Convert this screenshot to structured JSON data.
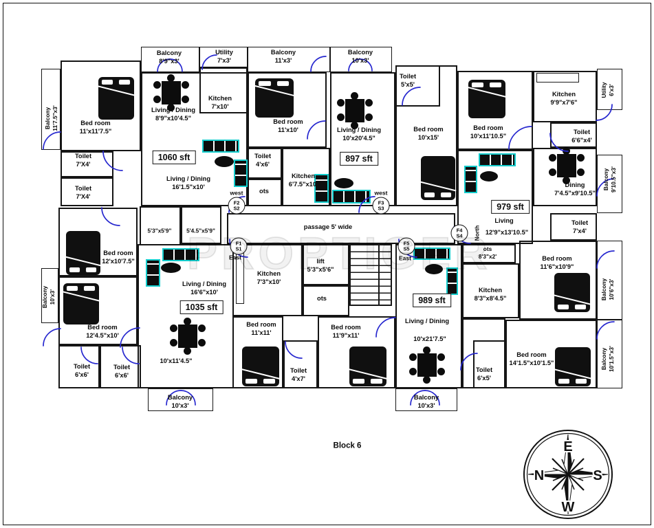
{
  "page": {
    "block_label": "Block 6",
    "watermark": "PROPTIGER"
  },
  "compass": {
    "top": "E",
    "left": "N",
    "right": "S",
    "bottom": "W"
  },
  "colors": {
    "wall": "#151515",
    "door": "#2728cf",
    "sofa_accent": "#12cccc"
  },
  "markers": {
    "m1": {
      "flat": "F2",
      "stair": "S2",
      "dir": "west"
    },
    "m2": {
      "flat": "F3",
      "stair": "S3",
      "dir": "west"
    },
    "m3": {
      "flat": "F4",
      "stair": "S4",
      "dir": "North"
    },
    "m4": {
      "flat": "F5",
      "stair": "S5",
      "dir": "East"
    },
    "m5": {
      "flat": "F1",
      "stair": "S1",
      "dir": "East"
    }
  },
  "labels": {
    "u1_balcony_left": {
      "name": "Balcony",
      "size": "11'7.5\"x3'"
    },
    "u1_bedroom": {
      "name": "Bed room",
      "size": "11'x11'7.5\""
    },
    "u1_toilet1": {
      "name": "Toilet",
      "size": "7'X4'"
    },
    "u1_toilet2": {
      "name": "Toilet",
      "size": "7'X4'"
    },
    "u1_balcony_top": {
      "name": "Balcony",
      "size": "8'9\"x3'"
    },
    "u1_utility": {
      "name": "Utility",
      "size": "7'x3'"
    },
    "u1_kitchen": {
      "name": "Kitchen",
      "size": "7'x10'"
    },
    "u1_living1": {
      "name": "Living / Dining",
      "size": "8'9\"x10'4.5\""
    },
    "u1_area": {
      "name": "1060 sft"
    },
    "u1_living2": {
      "name": "Living / Dining",
      "size": "16'1.5\"x10'"
    },
    "u2_balcony_top": {
      "name": "Balcony",
      "size": "11'x3'"
    },
    "u2_bedroom": {
      "name": "Bed room",
      "size": "11'x10'"
    },
    "u2_toilet": {
      "name": "Toilet",
      "size": "4'x6'"
    },
    "u2_ots": {
      "name": "ots"
    },
    "u2_kitchen": {
      "name": "Kitchen",
      "size": "6'7.5\"x10'"
    },
    "u2_balcony_top2": {
      "name": "Balcony",
      "size": "10'x3'"
    },
    "u2_living": {
      "name": "Living / Dining",
      "size": "10'x20'4.5\""
    },
    "u2_area": {
      "name": "897 sft"
    },
    "u3_toilet_top": {
      "name": "Toilet",
      "size": "5'x5'"
    },
    "u3_bedroom1": {
      "name": "Bed room",
      "size": "10'x15'"
    },
    "u3_bedroom2": {
      "name": "Bed room",
      "size": "10'x11'10.5\""
    },
    "u3_kitchen": {
      "name": "Kitchen",
      "size": "9'9\"x7'6\""
    },
    "u3_utility": {
      "name": "Utility",
      "size": "6'x3'"
    },
    "u3_toilet": {
      "name": "Toilet",
      "size": "6'6\"x4'"
    },
    "u3_dining": {
      "name": "Dining",
      "size": "7'4.5\"x9'10.5\""
    },
    "u3_balcony_right": {
      "name": "Balcony",
      "size": "9'10.5\"x3'"
    },
    "u3_area": {
      "name": "979 sft"
    },
    "u3_living": {
      "name": "Living"
    },
    "u3_living_size": {
      "name": "12'9\"x13'10.5\""
    },
    "u3_toilet2": {
      "name": "Toilet",
      "size": "7'x4'"
    },
    "u3_bedroom3": {
      "name": "Bed room",
      "size": "11'6\"x10'9\""
    },
    "u3_balcony_mid": {
      "name": "Balcony",
      "size": "10'6\"x3'"
    },
    "passage": {
      "name": "passage 5' wide"
    },
    "small1": {
      "name": "5'3\"x5'9\""
    },
    "small2": {
      "name": "5'4.5\"x5'9\""
    },
    "lift": {
      "name": "lift",
      "size": "5'3\"x5'6\""
    },
    "core_ots": {
      "name": "ots"
    },
    "kitchen_mid": {
      "name": "Kitchen",
      "size": "7'3\"x10'"
    },
    "u5_ots": {
      "name": "ots",
      "size": "8'3\"x2'"
    },
    "u5_kitchen": {
      "name": "Kitchen",
      "size": "8'3\"x8'4.5\""
    },
    "u4_bedroom1": {
      "name": "Bed room",
      "size": "12'x10'7.5\""
    },
    "u4_living": {
      "name": "Living / Dining",
      "size": "16'6\"x10'"
    },
    "u4_area": {
      "name": "1035 sft"
    },
    "u4_bedroom2": {
      "name": "Bed room",
      "size": "12'4.5\"x10'"
    },
    "u4_balcony_left": {
      "name": "Balcony",
      "size": "10'x3'"
    },
    "u4_toilet1": {
      "name": "Toilet",
      "size": "6'x6'"
    },
    "u4_toilet2": {
      "name": "Toilet",
      "size": "6'x6'"
    },
    "u4_living_size": {
      "name": "10'x11'4.5\""
    },
    "u4_balcony_bottom": {
      "name": "Balcony",
      "size": "10'x3'"
    },
    "u5_bedroom1": {
      "name": "Bed room",
      "size": "11'x11'"
    },
    "u5_toilet_mid": {
      "name": "Toilet",
      "size": "4'x7'"
    },
    "u5_bedroom2": {
      "name": "Bed room",
      "size": "11'9\"x11'"
    },
    "u5_living": {
      "name": "Living / Dining"
    },
    "u5_living_size": {
      "name": "10'x21'7.5\""
    },
    "u5_area": {
      "name": "989 sft"
    },
    "u5_toilet2": {
      "name": "Toilet",
      "size": "6'x5'"
    },
    "u5_bedroom3": {
      "name": "Bed room",
      "size": "14'1.5\"x10'1.5\""
    },
    "u5_balcony_right": {
      "name": "Balcony",
      "size": "10'1.5\"x3'"
    },
    "u5_balcony_bottom": {
      "name": "Balcony",
      "size": "10'x3'"
    }
  }
}
